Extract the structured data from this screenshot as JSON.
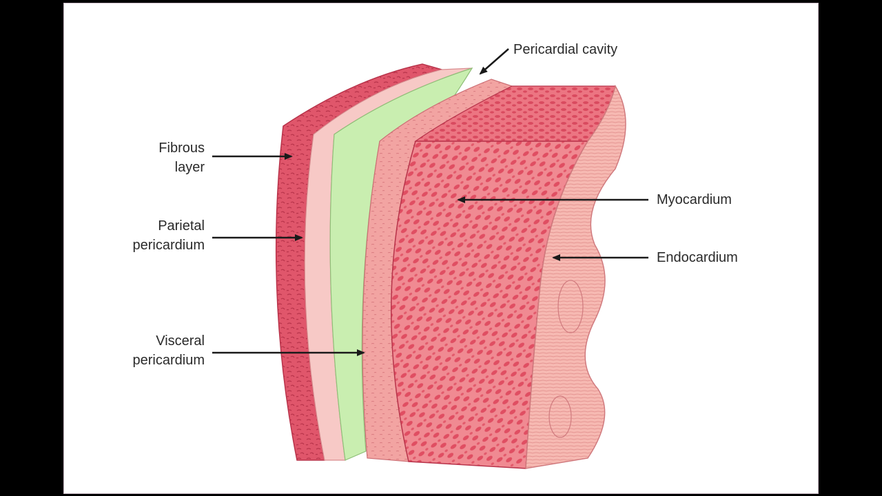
{
  "labels": {
    "pericardial_cavity": "Pericardial cavity",
    "fibrous_layer": [
      "Fibrous",
      "layer"
    ],
    "parietal_pericardium": [
      "Parietal",
      "pericardium"
    ],
    "visceral_pericardium": [
      "Visceral",
      "pericardium"
    ],
    "myocardium": "Myocardium",
    "endocardium": "Endocardium"
  },
  "colors": {
    "background": "#000000",
    "panel": "#ffffff",
    "fibrous": "#e0566b",
    "parietal": "#f7c9c6",
    "cavity": "#c9eeb0",
    "visceral": "#f2a0a0",
    "myocardium": "#ea6b78",
    "endocardium": "#f6b7b0",
    "arrow": "#1a1a1a"
  }
}
